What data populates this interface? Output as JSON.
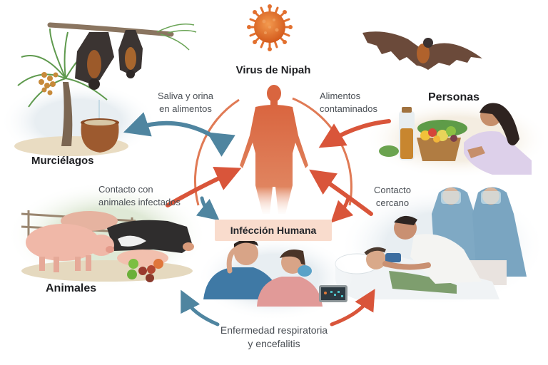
{
  "diagram": {
    "title": "Virus de Nipah",
    "center_label": "Infécción Humana",
    "nodes": [
      {
        "id": "bats",
        "label": "Murciélagos",
        "illustration": "fruit bats hanging from palm branch dripping into clay pot"
      },
      {
        "id": "people",
        "label": "Personas",
        "illustration": "woman with basket of fruit and bottle of sap"
      },
      {
        "id": "animals",
        "label": "Animales",
        "illustration": "pigs and cow in a farm pen with fruit"
      },
      {
        "id": "hospital",
        "label": "",
        "illustration": "patient in bed with caregiver and health workers in protective suits"
      },
      {
        "id": "patients",
        "label": "",
        "illustration": "man with headache and woman with oxygen mask beside monitor"
      }
    ],
    "edges": [
      {
        "label_line1": "Saliva y orina",
        "label_line2": "en alimentos",
        "color": "#4f85a0"
      },
      {
        "label_line1": "Alimentos",
        "label_line2": "contaminados",
        "color": "#d9553a"
      },
      {
        "label_line1": "Contacto con",
        "label_line2": "animales infectados",
        "color": "#d9553a"
      },
      {
        "label_line1": "Contacto",
        "label_line2": "cercano",
        "color": "#d9553a"
      }
    ],
    "outcome": {
      "line1": "Enfermedad respiratoria",
      "line2": "y encefalitis"
    },
    "icons": {
      "virus": "virus-icon",
      "human": "human-figure-icon",
      "bat": "flying-bat-icon"
    },
    "colors": {
      "virus": "#e2702f",
      "human": "#d9653f",
      "arrow_red": "#d9553a",
      "arrow_blue": "#4f85a0",
      "ring": "#e07a55",
      "badge_bg": "#f9dccd"
    }
  }
}
